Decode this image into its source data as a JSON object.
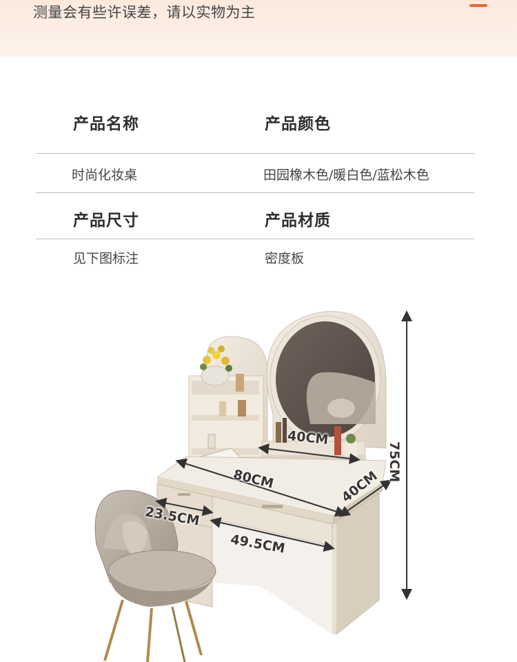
{
  "banner": {
    "note": "测量会有些许误差，请以实物为主"
  },
  "specs": {
    "name_label": "产品名称",
    "name_value": "时尚化妆桌",
    "color_label": "产品颜色",
    "color_value": "田园橡木色/暖白色/蓝松木色",
    "size_label": "产品尺寸",
    "size_value": "见下图标注",
    "material_label": "产品材质",
    "material_value": "密度板"
  },
  "dimensions": {
    "shelf_width": "40CM",
    "desk_width": "80CM",
    "desk_depth": "40CM",
    "drawer_width": "23.5CM",
    "knee_width": "49.5CM",
    "height": "75CM"
  },
  "colors": {
    "accent": "#e8643c",
    "banner_bg": "#fbe9dd",
    "desk_cream": "#ece4d6",
    "chair_fabric": "#b7aca0",
    "mirror_glass": "#5e514b"
  }
}
